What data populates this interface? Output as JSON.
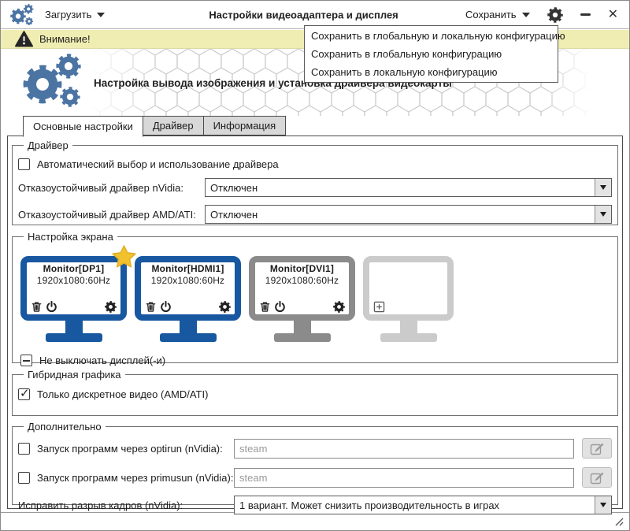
{
  "window": {
    "title": "Настройки видеоадаптера и дисплея"
  },
  "toolbar": {
    "load_label": "Загрузить",
    "save_label": "Сохранить"
  },
  "warning": {
    "text": "Внимание!"
  },
  "save_menu": {
    "items": [
      "Сохранить в глобальную и локальную конфигурацию",
      "Сохранить в глобальную конфигурацию",
      "Сохранить в локальную конфигурацию"
    ]
  },
  "header": {
    "subtitle": "Настройка вывода изображения и установка драйвера видеокарты"
  },
  "tabs": [
    {
      "label": "Основные настройки",
      "active": true
    },
    {
      "label": "Драйвер",
      "active": false
    },
    {
      "label": "Информация",
      "active": false
    }
  ],
  "driver_group": {
    "title": "Драйвер",
    "auto_checkbox_label": "Автоматический выбор и использование драйвера",
    "auto_checked": false,
    "nvidia_label": "Отказоустойчивый драйвер nVidia:",
    "nvidia_value": "Отключен",
    "amd_label": "Отказоустойчивый драйвер AMD/ATI:",
    "amd_value": "Отключен"
  },
  "screen_group": {
    "title": "Настройка экрана",
    "monitors": [
      {
        "name": "Monitor[DP1]",
        "resolution": "1920x1080:60Hz",
        "color": "#1758a0",
        "starred": true,
        "empty": false
      },
      {
        "name": "Monitor[HDMI1]",
        "resolution": "1920x1080:60Hz",
        "color": "#1758a0",
        "starred": false,
        "empty": false
      },
      {
        "name": "Monitor[DVI1]",
        "resolution": "1920x1080:60Hz",
        "color": "#8b8b8b",
        "starred": false,
        "empty": false
      },
      {
        "name": "",
        "resolution": "",
        "color": "#cbcbcb",
        "starred": false,
        "empty": true
      }
    ],
    "keep_on_label": "Не выключать дисплей(-и)",
    "keep_on_state": "indeterminate"
  },
  "hybrid_group": {
    "title": "Гибридная графика",
    "discrete_label": "Только дискретное видео (AMD/ATI)",
    "discrete_checked": true
  },
  "extra_group": {
    "title": "Дополнительно",
    "optirun_label": "Запуск программ через optirun (nVidia):",
    "optirun_checked": false,
    "optirun_placeholder": "steam",
    "optirun_value": "",
    "primusun_label": "Запуск программ через primusun (nVidia):",
    "primusun_checked": false,
    "primusun_placeholder": "steam",
    "primusun_value": "",
    "tearing_label": "Исправить разрыв кадров (nVidia):",
    "tearing_value": "1 вариант. Может снизить производительность в играх"
  },
  "icons": {
    "close": "✕",
    "app_logo": "gears",
    "warning": "triangle-exclamation",
    "monitor_actions": [
      "trash",
      "power",
      "gear"
    ],
    "empty_monitor_action": "add-plus",
    "edit_button": "pencil-square",
    "dropdown": "chevron-down",
    "resize": "diagonal-grip"
  },
  "colors": {
    "monitor_blue": "#1758a0",
    "logo_blue": "#4b74a3",
    "monitor_inactive": "#8b8b8b",
    "monitor_empty": "#cbcbcb",
    "warning_bg": "#f0edb2",
    "star_gold": "#f2c12e"
  }
}
